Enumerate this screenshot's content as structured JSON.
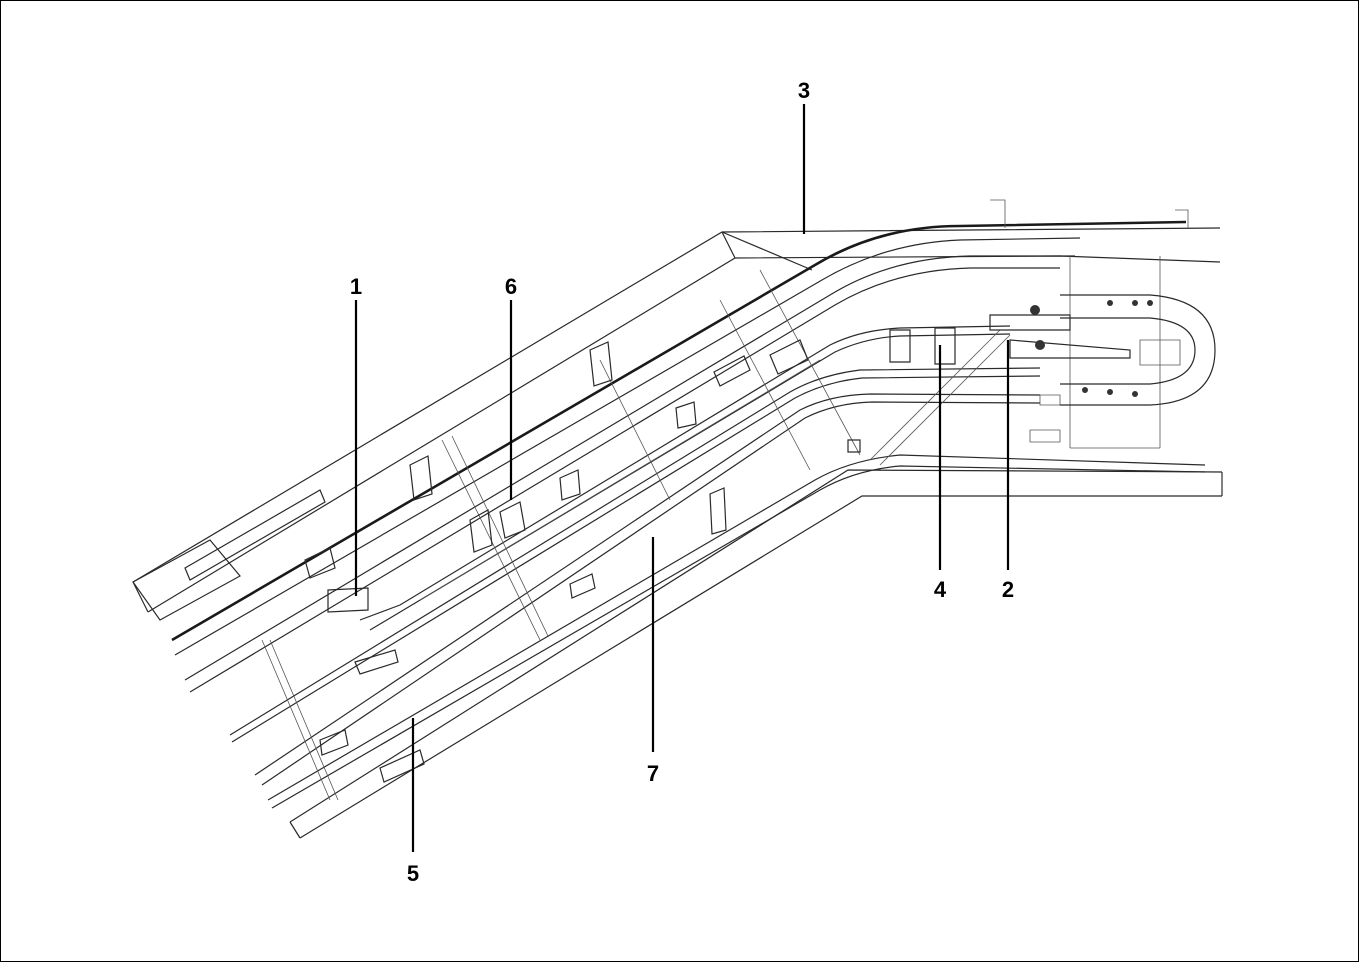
{
  "callouts": [
    {
      "id": "1",
      "label": "1"
    },
    {
      "id": "2",
      "label": "2"
    },
    {
      "id": "3",
      "label": "3"
    },
    {
      "id": "4",
      "label": "4"
    },
    {
      "id": "5",
      "label": "5"
    },
    {
      "id": "6",
      "label": "6"
    },
    {
      "id": "7",
      "label": "7"
    }
  ],
  "colors": {
    "ink": "#2a2a2a",
    "label": "#000000",
    "background": "#ffffff"
  }
}
